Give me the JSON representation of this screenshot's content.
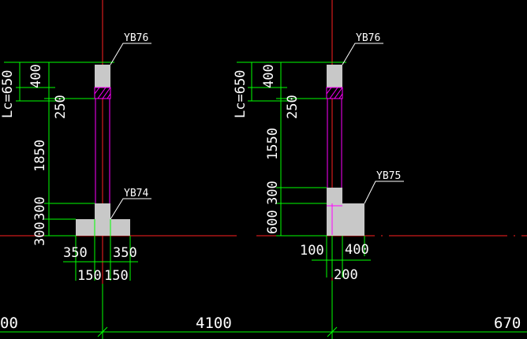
{
  "colors": {
    "background": "#000000",
    "axis": "#ff2020",
    "dimension": "#00ff00",
    "concrete_fill": "#c8c8c8",
    "rebar": "#ff00ff",
    "hatch": "#ff00ff",
    "text": "#ffffff"
  },
  "left_detail": {
    "top_tag": "YB76",
    "bottom_tag": "YB74",
    "vertical_dims": {
      "lc": "Lc=650",
      "d400": "400",
      "d250": "250",
      "d1850": "1850",
      "d300a": "300",
      "d300b": "300"
    },
    "horizontal_dims": {
      "left350": "350",
      "right350": "350",
      "left150": "150",
      "right150": "150"
    }
  },
  "right_detail": {
    "top_tag": "YB76",
    "side_tag": "YB75",
    "vertical_dims": {
      "lc": "Lc=650",
      "d400": "400",
      "d250": "250",
      "d1550": "1550",
      "d300": "300",
      "d600": "600"
    },
    "horizontal_dims": {
      "left100": "100",
      "right400": "400",
      "bottom200": "200"
    }
  },
  "grid_dims": {
    "left_partial": "00",
    "middle": "4100",
    "right_partial": "670"
  }
}
